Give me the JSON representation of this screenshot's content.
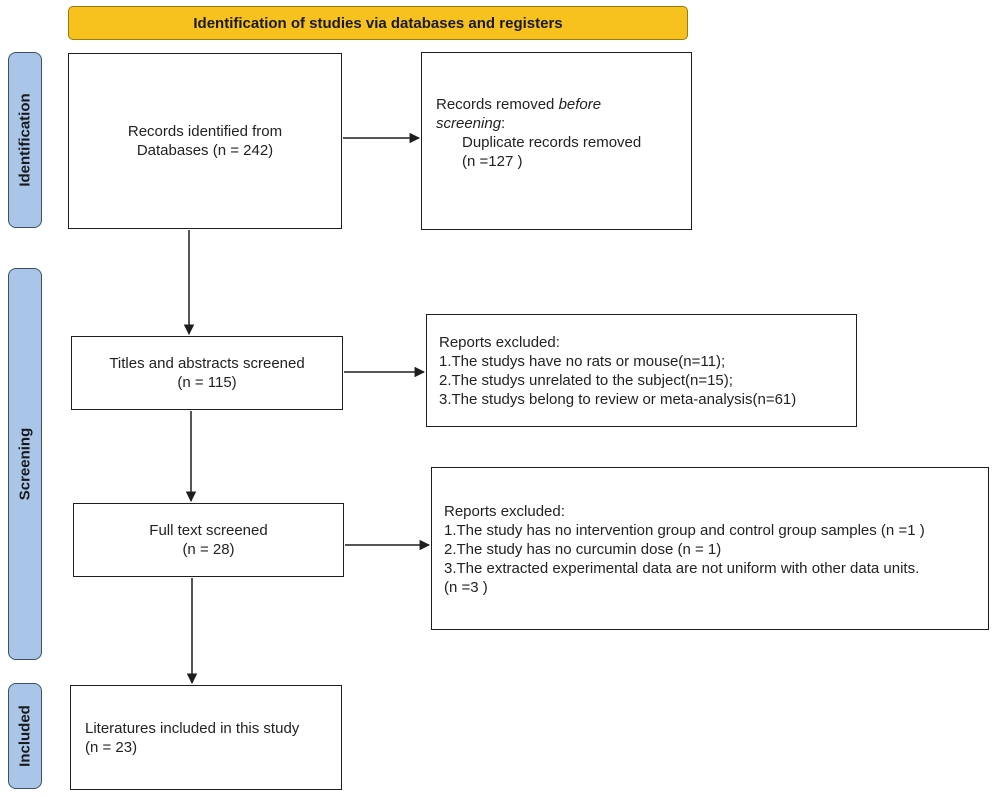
{
  "header": {
    "title": "Identification of studies via databases and registers"
  },
  "stages": {
    "identification": "Identification",
    "screening": "Screening",
    "included": "Included"
  },
  "boxes": {
    "records_identified": {
      "line1": "Records identified from",
      "line2": "Databases (n = 242)"
    },
    "records_removed": {
      "line1": "Records removed",
      "line1_italic": "before",
      "line2_italic": "screening",
      "line2_suffix": ":",
      "line3": "Duplicate records removed",
      "line4": "(n =127 )"
    },
    "titles_screened": {
      "line1": "Titles and abstracts screened",
      "line2": "(n = 115)"
    },
    "reports_excluded_1": {
      "heading": "Reports excluded:",
      "items": [
        "1.The studys have no rats or mouse(n=11);",
        "2.The studys unrelated to the subject(n=15);",
        "3.The studys belong to review or meta-analysis(n=61)"
      ]
    },
    "full_text_screened": {
      "line1": "Full text screened",
      "line2": "(n = 28)"
    },
    "reports_excluded_2": {
      "heading": "Reports excluded:",
      "items": [
        "1.The study has no intervention group and control group samples  (n =1 )",
        "2.The study has no curcumin dose (n = 1)",
        "3.The extracted experimental data are not uniform with other data units.",
        "(n =3 )"
      ]
    },
    "included_studies": {
      "line1": "Literatures included in this study",
      "line2": "(n = 23)"
    }
  },
  "colors": {
    "header_fill": "#f7c21e",
    "stage_fill": "#a9c6e9",
    "box_border": "#1e1e1e"
  }
}
